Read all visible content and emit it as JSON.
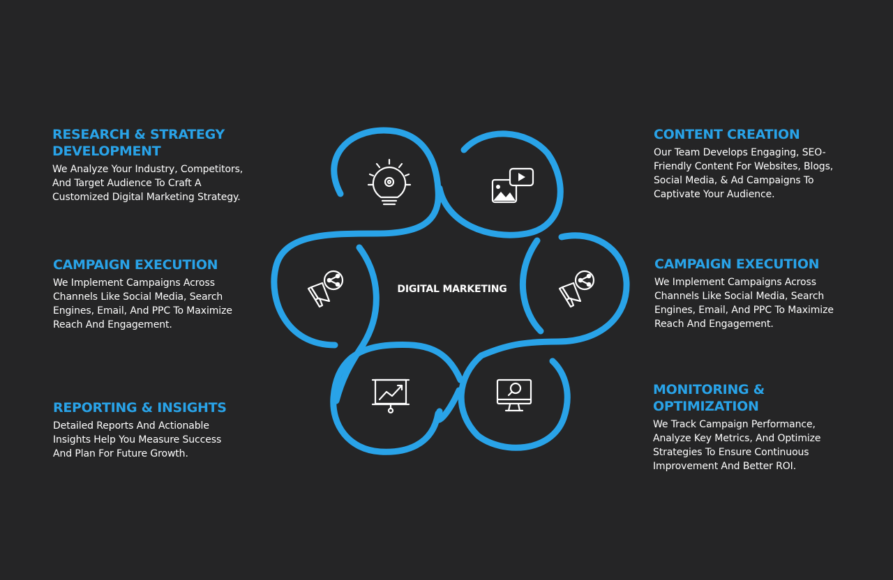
{
  "center": {
    "label": "DIGITAL MARKETING"
  },
  "blocks": {
    "research": {
      "title": "RESEARCH & STRATEGY\nDEVELOPMENT",
      "desc": "We Analyze Your Industry, Competitors,\nAnd Target Audience To Craft A\nCustomized Digital Marketing Strategy."
    },
    "campaign_left": {
      "title": "CAMPAIGN EXECUTION",
      "desc": "We Implement Campaigns Across\nChannels Like Social Media, Search\nEngines, Email, And PPC To Maximize\nReach And Engagement."
    },
    "reporting": {
      "title": "REPORTING & INSIGHTS",
      "desc": "Detailed Reports And Actionable\nInsights Help You Measure Success\nAnd Plan For Future Growth."
    },
    "content": {
      "title": "CONTENT CREATION",
      "desc": "Our Team Develops Engaging, SEO-\nFriendly Content For Websites, Blogs,\nSocial Media, & Ad Campaigns To\nCaptivate Your Audience."
    },
    "campaign_right": {
      "title": "CAMPAIGN EXECUTION",
      "desc": "We Implement Campaigns Across\nChannels Like Social Media, Search\nEngines, Email, And PPC To Maximize\nReach And Engagement."
    },
    "monitoring": {
      "title": "MONITORING &\nOPTIMIZATION",
      "desc": "We Track Campaign Performance,\nAnalyze Key Metrics, And Optimize\nStrategies To Ensure Continuous\nImprovement And Better ROI."
    }
  },
  "icons": {
    "top_left": "lightbulb-gear-icon",
    "top_right": "image-video-icon",
    "left": "megaphone-share-icon",
    "right": "megaphone-share-icon",
    "bottom_left": "presentation-chart-icon",
    "bottom_right": "monitor-search-icon"
  },
  "colors": {
    "accent": "#29a3e8",
    "background": "#252526",
    "text": "#ffffff"
  }
}
